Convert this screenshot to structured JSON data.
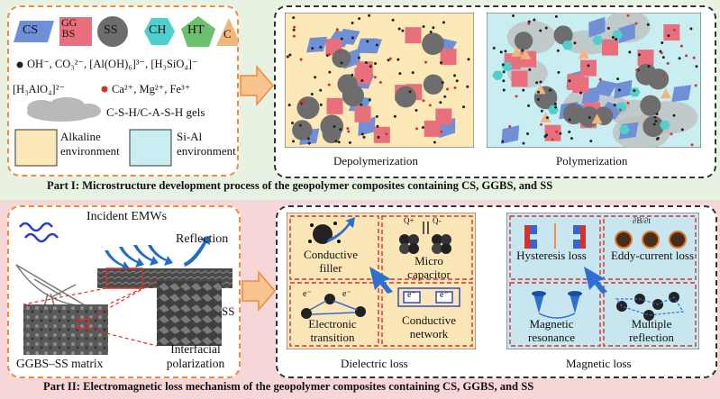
{
  "part1": {
    "legend": {
      "shapes": [
        {
          "id": "cs",
          "label": "CS",
          "shape": "parallelogram",
          "color": "#6f8fd6"
        },
        {
          "id": "ggbs",
          "label": "GG\nBS",
          "shape": "square",
          "color": "#e8707d"
        },
        {
          "id": "ss",
          "label": "SS",
          "shape": "circle",
          "color": "#6d6d6d"
        },
        {
          "id": "ch",
          "label": "CH",
          "shape": "hexagon",
          "color": "#4fd0cc"
        },
        {
          "id": "ht",
          "label": "HT",
          "shape": "pentagon",
          "color": "#6cbf6c"
        },
        {
          "id": "c",
          "label": "C",
          "shape": "triangle",
          "color": "#f2b67c"
        }
      ],
      "ions_black_line1": "OH⁻, CO₃²⁻, [Al(OH)₆]³⁻, [H₃SiO₄]⁻",
      "ions_black_line2": "[H₃AlO₄]²⁻",
      "ions_red": "Ca²⁺, Mg²⁺, Fe³⁺",
      "gels": "C-S-H/C-A-S-H gels",
      "alkaline": "Alkaline environment",
      "sial": "Si-Al environment",
      "alkaline_color": "#fde8b8",
      "sial_color": "#c9eef2"
    },
    "stage1_label": "Depolymerization",
    "stage2_label": "Polymerization",
    "caption": "Part I: Microstructure development  process of the geopolymer composites containing CS, GGBS, and SS"
  },
  "part2": {
    "incident": "Incident EMWs",
    "reflection": "Reflection",
    "ss": "SS",
    "matrix": "GGBS–SS matrix",
    "interfacial": "Interfacial polarization",
    "dielectric": {
      "title": "Dielectric loss",
      "cells": [
        "Conductive filler",
        "Micro capacitor",
        "Electronic transition",
        "Conductive network"
      ],
      "q_plus": "Q+",
      "q_minus": "Q-",
      "electron": "e⁻"
    },
    "magnetic": {
      "title": "Magnetic loss",
      "cells": [
        "Hysteresis loss",
        "Eddy-current loss",
        "Magnetic resonance",
        "Multiple reflection"
      ],
      "formula": "∂B/∂t"
    },
    "caption": "Part II: Electromagnetic loss mechanism of the geopolymer composites containing CS, GGBS, and SS"
  },
  "colors": {
    "top_bg": "#e7f2e2",
    "bottom_bg": "#f6d6d6",
    "orange": "#f08a3c",
    "dash_dark": "#333",
    "red_dash": "#d9302b",
    "dielectric_bg": "#fbe6b8",
    "magnetic_bg": "#c7e6ef"
  }
}
